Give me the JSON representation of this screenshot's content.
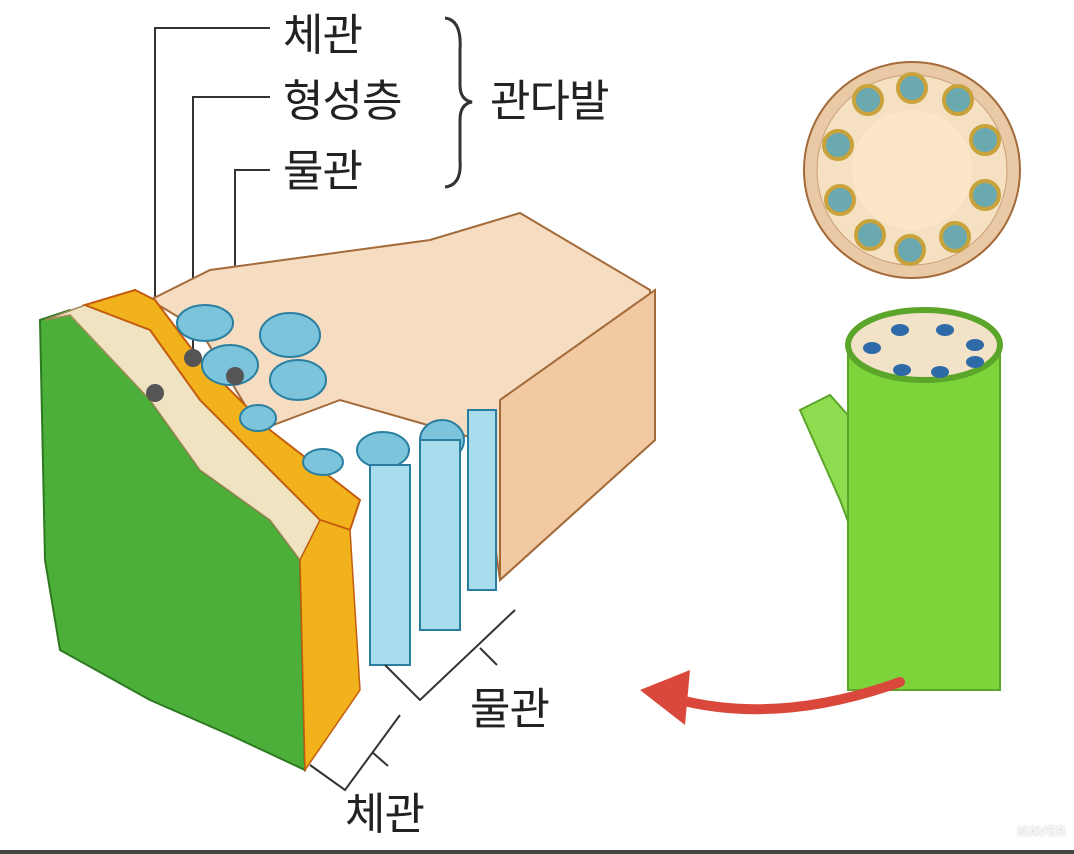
{
  "labels": {
    "phloem_top": "체관",
    "cambium": "형성층",
    "xylem_top": "물관",
    "vascular_bundle": "관다발",
    "xylem_bottom": "물관",
    "phloem_bottom": "체관"
  },
  "watermark": "NAVER",
  "colors": {
    "epidermis": "#4caf3a",
    "phloem": "#f2b21c",
    "xylem": "#7cc4dc",
    "pith": "#f6dcc0",
    "arrow": "#d9483a",
    "stem": "#7dd43a"
  }
}
